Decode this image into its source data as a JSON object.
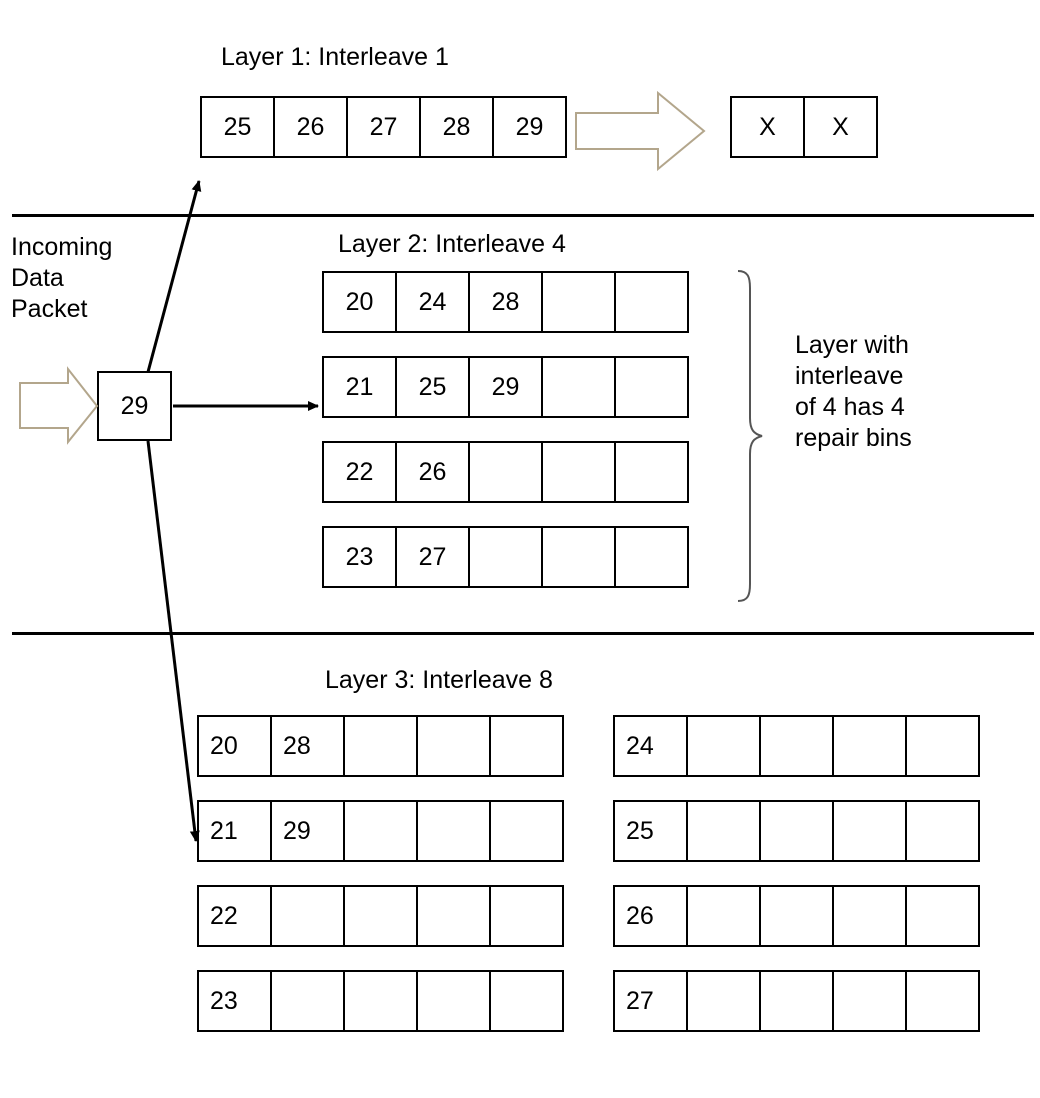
{
  "colors": {
    "stroke": "#000000",
    "block_arrow": "#b3a68c",
    "background": "#ffffff"
  },
  "layer1": {
    "title": "Layer 1: Interleave 1",
    "cells": [
      "25",
      "26",
      "27",
      "28",
      "29"
    ],
    "overflow_cells": [
      "X",
      "X"
    ]
  },
  "incoming": {
    "label": "Incoming\nData\nPacket",
    "packet_value": "29"
  },
  "layer2": {
    "title": "Layer 2: Interleave 4",
    "rows": [
      [
        "20",
        "24",
        "28",
        "",
        ""
      ],
      [
        "21",
        "25",
        "29",
        "",
        ""
      ],
      [
        "22",
        "26",
        "",
        "",
        ""
      ],
      [
        "23",
        "27",
        "",
        "",
        ""
      ]
    ],
    "annotation": "Layer with\ninterleave\nof 4 has 4\nrepair bins"
  },
  "layer3": {
    "title": "Layer 3: Interleave 8",
    "left_rows": [
      [
        "20",
        "28",
        "",
        "",
        ""
      ],
      [
        "21",
        "29",
        "",
        "",
        ""
      ],
      [
        "22",
        "",
        "",
        "",
        ""
      ],
      [
        "23",
        "",
        "",
        "",
        ""
      ]
    ],
    "right_rows": [
      [
        "24",
        "",
        "",
        "",
        ""
      ],
      [
        "25",
        "",
        "",
        "",
        ""
      ],
      [
        "26",
        "",
        "",
        "",
        ""
      ],
      [
        "27",
        "",
        "",
        "",
        ""
      ]
    ]
  }
}
